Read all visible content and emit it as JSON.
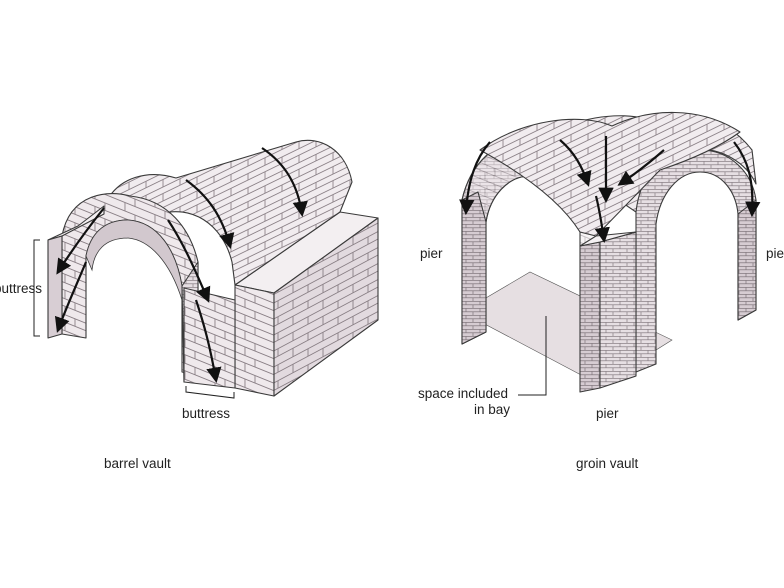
{
  "barrel": {
    "caption": "barrel vault",
    "label_buttress_left": "buttress",
    "label_buttress_bottom": "buttress"
  },
  "groin": {
    "caption": "groin vault",
    "label_pier_left": "pier",
    "label_pier_right": "pier",
    "label_pier_bottom": "pier",
    "label_space_line1": "space included",
    "label_space_line2": "in bay"
  },
  "colors": {
    "stone_light": "#f2eef0",
    "stone_mid": "#e4dde1",
    "stone_dark": "#cfc5cb",
    "floor": "#e6dfe2",
    "mortar": "#8d8389",
    "outline": "#3a3a3a",
    "arrow": "#111111"
  }
}
